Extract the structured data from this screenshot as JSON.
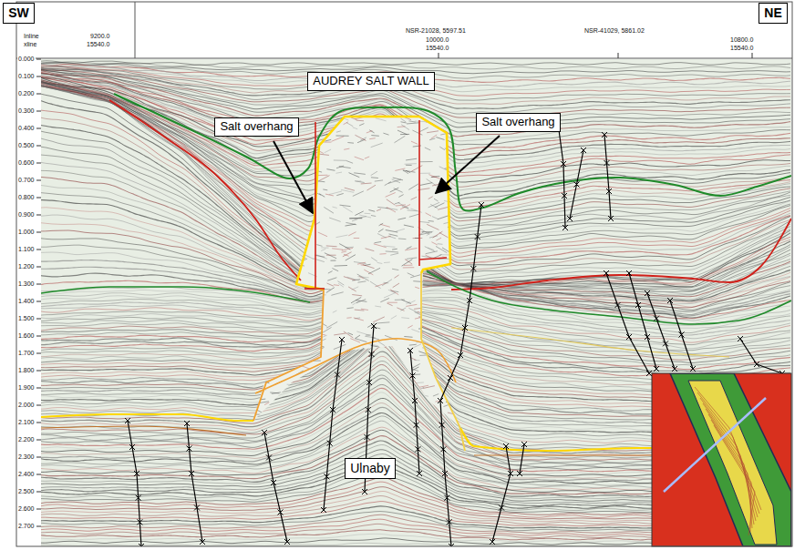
{
  "diagram": {
    "nodes": [
      {
        "text": [
          "SW"
        ]
      },
      {
        "text": [
          "NE"
        ]
      },
      {
        "text": [
          "AUDREY SALT WALL"
        ]
      },
      {
        "text": [
          "Salt overhang"
        ]
      },
      {
        "text": [
          "Salt overhang"
        ]
      },
      {
        "text": [
          "Ulnaby"
        ]
      }
    ],
    "labels": [
      "Inline",
      "9200.0",
      "xline",
      "15540.0",
      "NSR-21028, 5597.51",
      "10000.0",
      "15540.0",
      "NSR-41029, 5861.02",
      "10800.0",
      "15540.0",
      "0.000",
      "0.100",
      "0.200",
      "0.300",
      "0.400",
      "0.500",
      "0.600",
      "0.700",
      "0.800",
      "0.900",
      "1.000",
      "1.100",
      "1.200",
      "1.300",
      "1.400",
      "1.500",
      "1.600",
      "1.700",
      "1.800",
      "1.900",
      "2.000",
      "2.100",
      "2.200",
      "2.300",
      "2.400",
      "2.500",
      "2.600",
      "2.700"
    ]
  }
}
